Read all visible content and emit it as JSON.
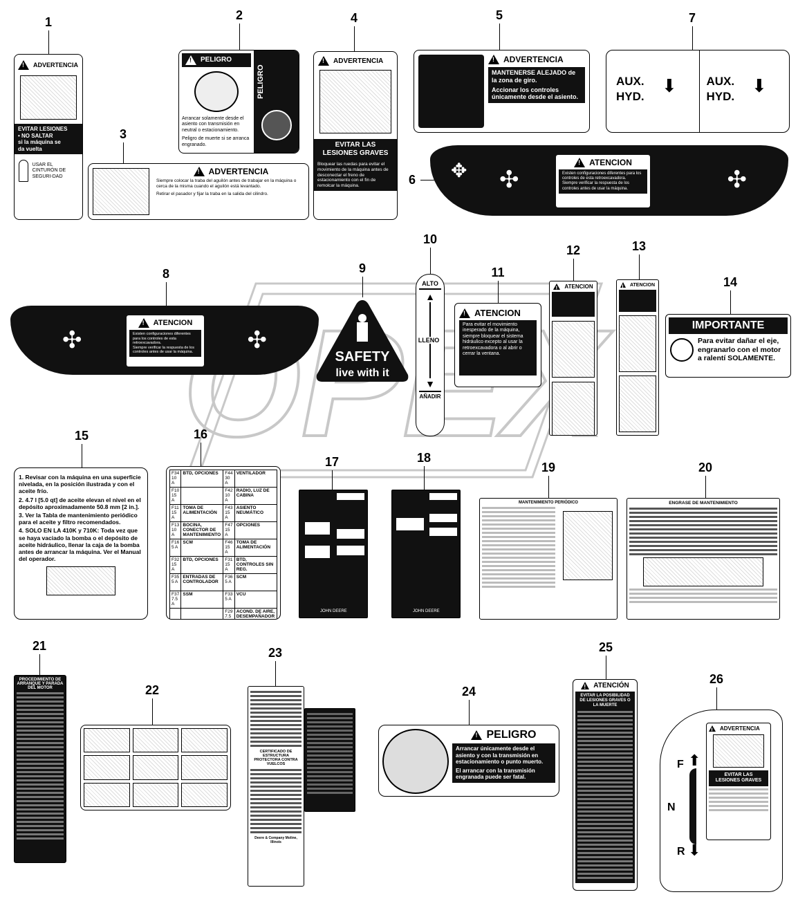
{
  "numbers": [
    "1",
    "2",
    "3",
    "4",
    "5",
    "6",
    "7",
    "8",
    "9",
    "10",
    "11",
    "12",
    "13",
    "14",
    "15",
    "16",
    "17",
    "18",
    "19",
    "20",
    "21",
    "22",
    "23",
    "24",
    "25",
    "26"
  ],
  "d1": {
    "header": "ADVERTENCIA",
    "l1": "EVITAR LESIONES",
    "l2": "• NO SALTAR",
    "l3": "si la máquina se",
    "l4": "da vuelta",
    "l5": "USAR EL CINTURÓN DE SEGURI-DAD"
  },
  "d2": {
    "header": "PELIGRO",
    "side": "PELIGRO",
    "t1": "Arrancar solamente desde el asiento con transmisión en neutral o estacionamiento.",
    "t2": "Peligro de muerte si se arranca engranado."
  },
  "d3": {
    "header": "ADVERTENCIA",
    "t1": "Siempre colocar la traba del aguilón antes de trabajar en la máquina o cerca de la misma cuando el aguilón está levantado.",
    "t2": "Retirar el pasador y fijar la traba en la salida del cilindro."
  },
  "d4": {
    "header": "ADVERTENCIA",
    "b1": "EVITAR LAS LESIONES GRAVES",
    "t1": "Bloquear las ruedas para evitar el movimiento de la máquina antes de desconectar el freno de estacionamiento con el fin de remolcar la máquina."
  },
  "d5": {
    "header": "ADVERTENCIA",
    "t1": "MANTENERSE ALEJADO de la zona de giro.",
    "t2": "Accionar los controles únicamente desde el asiento."
  },
  "d7": {
    "l1": "AUX.",
    "l2": "HYD.",
    "r1": "AUX.",
    "r2": "HYD."
  },
  "d6": {
    "header": "ATENCION",
    "t1": "Existen configuraciones diferentes para los controles de esta retroexcavadora.",
    "t2": "Siempre verificar la respuesta de los controles antes de usar la máquina."
  },
  "d8": {
    "header": "ATENCION",
    "t1": "Existen configuraciones diferentes para los controles de esta retroexcavadora.",
    "t2": "Siempre verificar la respuesta de los controles antes de usar la máquina."
  },
  "d9": {
    "l1": "SAFETY",
    "l2": "live with it"
  },
  "d10": {
    "top": "ALTO",
    "mid": "LLENO",
    "bot": "AÑADIR"
  },
  "d11": {
    "header": "ATENCION",
    "t1": "Para evitar el movimiento inesperado de la máquina, siempre bloquear el sistema hidráulico excepto al usar la retroexcavadora o al abrir o cerrar la ventana."
  },
  "d12": {
    "header": "ATENCION"
  },
  "d13": {
    "header": "ATENCION"
  },
  "d14": {
    "header": "IMPORTANTE",
    "t1": "Para evitar dañar el eje, engranarlo con el motor a ralentí SOLAMENTE."
  },
  "d15": {
    "items": [
      "1.  Revisar con la máquina en una superficie nivelada, en la posición ilustrada y con el aceite frío.",
      "2.  4.7 l [5.0 qt] de aceite elevan el nivel en el depósito aproximadamente 50.8 mm [2 in.].",
      "3.  Ver la Tabla de mantenimiento periódico para el aceite y filtro recomendados.",
      "4.  SOLO EN LA 410K y 710K: Toda vez que se haya vaciado la bomba o el depósito de aceite hidráulico, llenar la caja de la bomba antes de arrancar la máquina. Ver el Manual del operador."
    ]
  },
  "d16": {
    "rows": [
      [
        "F34 10 A",
        "BTD, OPCIONES",
        "F44 30 A",
        "VENTILADOR"
      ],
      [
        "F10 15 A",
        "",
        "F42 10 A",
        "RADIO, LUZ DE CABINA"
      ],
      [
        "F11 15 A",
        "TOMA DE ALIMENTACIÓN",
        "F43 15 A",
        "ASIENTO NEUMÁTICO"
      ],
      [
        "F13 10 A",
        "BOCINA, CONECTOR DE MANTENIMIENTO",
        "F47 15 A",
        "OPCIONES"
      ],
      [
        "F16 5 A",
        "SCM",
        "F46 15 A",
        "TOMA DE ALIMENTACIÓN"
      ],
      [
        "F32 15 A",
        "BTD, OPCIONES",
        "F31 15 A",
        "BTD, CONTROLES SIN REG."
      ],
      [
        "F35 5 A",
        "ENTRADAS DE CONTROLADOR",
        "F36 5 A",
        "SCM"
      ],
      [
        "F37 7.5 A",
        "SSM",
        "F33 5 A",
        "VCU"
      ],
      [
        "",
        "",
        "F29 7.5 A",
        "ACOND. DE AIRE, DESEMPAÑADOR"
      ]
    ]
  },
  "d17": {
    "brand": "JOHN DEERE"
  },
  "d18": {
    "brand": "JOHN DEERE"
  },
  "d19": {
    "title": "MANTENIMIENTO PERIÓDICO"
  },
  "d20": {
    "title": "ENGRASE DE MANTENIMIENTO"
  },
  "d21": {
    "title": "PROCEDIMIENTO DE ARRANQUE Y PARADA DEL MOTOR"
  },
  "d23": {
    "c1": "CERTIFICADO DE ESTRUCTURA PROTECTORA CONTRA VUELCOS",
    "c2": "Deere & Company Moline, Illinois"
  },
  "d24": {
    "header": "PELIGRO",
    "t1": "Arrancar únicamente desde el asiento y con la transmisión en estacionamiento o punto muerto.",
    "t2": "El arrancar con la transmisión engranada puede ser fatal."
  },
  "d25": {
    "header": "ATENCIÓN",
    "t1": "EVITAR LA POSIBILIDAD DE LESIONES GRAVES O LA MUERTE"
  },
  "d26": {
    "header": "ADVERTENCIA",
    "f": "F",
    "n": "N",
    "r": "R",
    "t1": "EVITAR LAS LESIONES GRAVES"
  },
  "watermark": "OPEX"
}
